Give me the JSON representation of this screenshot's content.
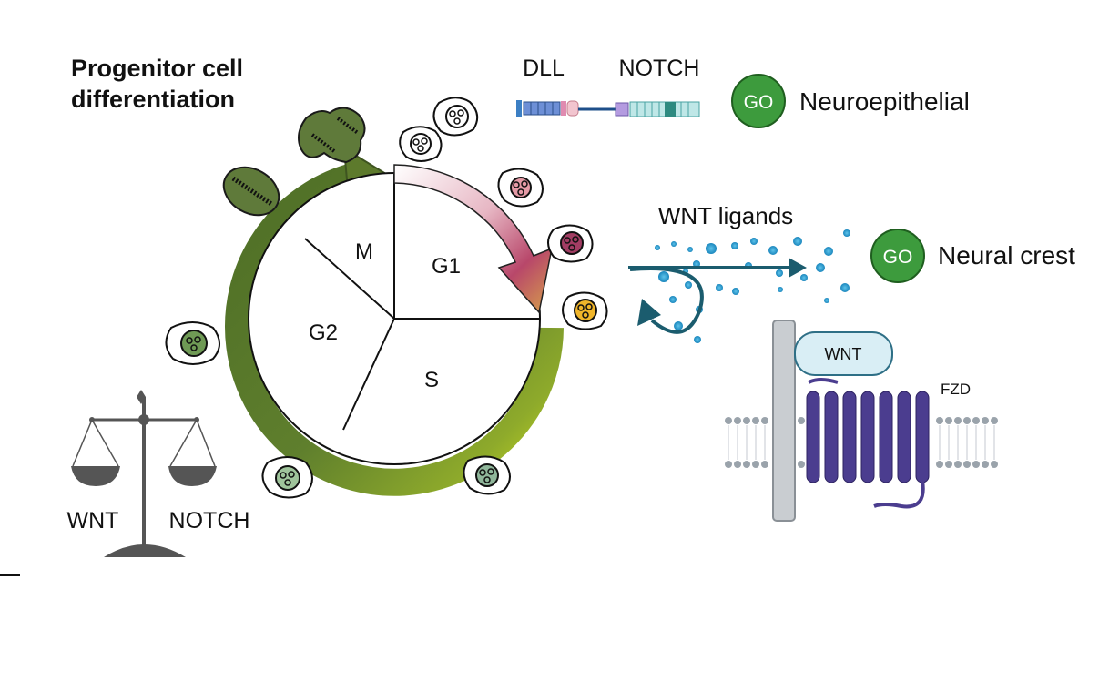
{
  "title": {
    "line1": "Progenitor cell",
    "line2": "differentiation"
  },
  "cycle": {
    "phases": {
      "m": "M",
      "g1": "G1",
      "g2": "G2",
      "s": "S"
    }
  },
  "notch_pathway": {
    "dll_label": "DLL",
    "notch_label": "NOTCH"
  },
  "wnt_pathway": {
    "ligands_label": "WNT ligands",
    "wnt_label": "WNT",
    "fzd_label": "FZD"
  },
  "outcomes": {
    "neuroepithelial": {
      "badge": "GO",
      "label": "Neuroepithelial"
    },
    "neural_crest": {
      "badge": "GO",
      "label": "Neural crest"
    }
  },
  "balance": {
    "left_label": "WNT",
    "right_label": "NOTCH"
  },
  "colors": {
    "cycle_arrow_dark": "#5d7a2c",
    "cycle_arrow_light": "#b7cf26",
    "g1_arrow_pink": "#b8476a",
    "go_badge": "#3d9b3d",
    "fzd_purple": "#4b3d8f",
    "wnt_box": "#d9eef5",
    "wnt_dots": "#2196c9",
    "scale": "#555555"
  }
}
